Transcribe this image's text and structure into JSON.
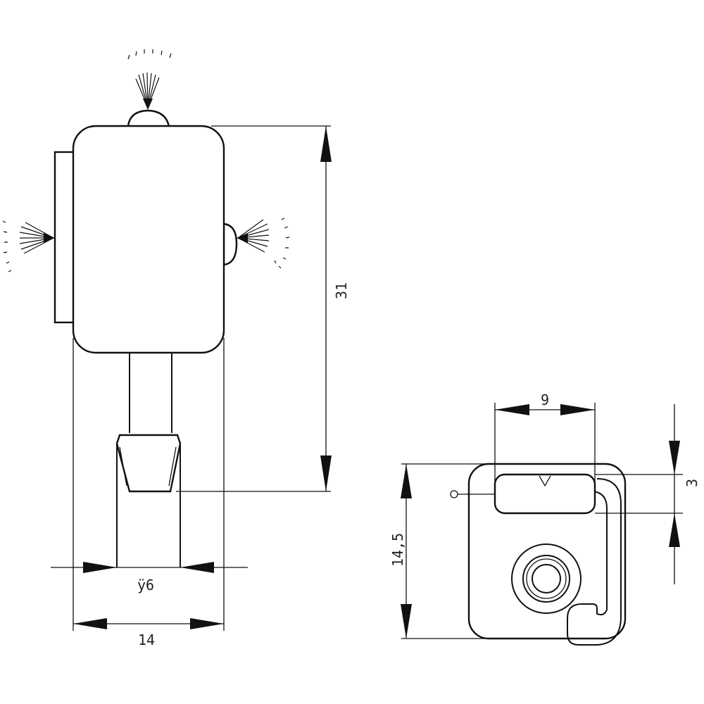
{
  "front_view": {
    "dim_height": "31",
    "dim_width": "14",
    "dim_pin": "ÿ6"
  },
  "side_view": {
    "dim_top": "9",
    "dim_height": "14,5",
    "dim_slot": "3"
  },
  "colors": {
    "line": "#111111",
    "background": "#ffffff"
  }
}
